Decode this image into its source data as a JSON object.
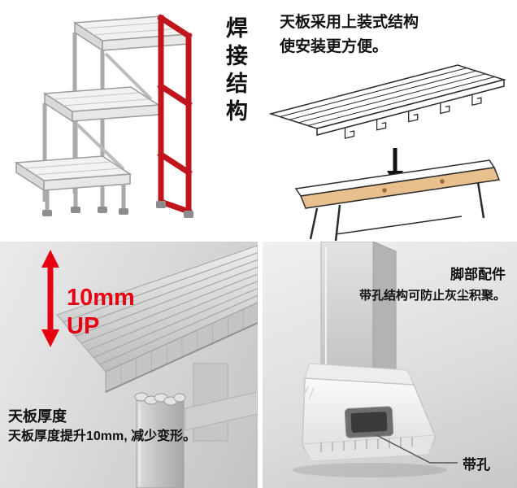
{
  "colors": {
    "red": "#e60012",
    "frame_red": "#c0151c"
  },
  "weld_panel": {
    "title": "焊接结构"
  },
  "board_panel": {
    "line1": "天板采用上装式结构",
    "line2": "使安装更方便。"
  },
  "thickness_panel": {
    "value": "10mm",
    "up": "UP",
    "title": "天板厚度",
    "desc": "天板厚度提升10mm, 减少变形。"
  },
  "foot_panel": {
    "title": "脚部配件",
    "desc": "带孔结构可防止灰尘积聚。",
    "hole_label": "带孔"
  }
}
